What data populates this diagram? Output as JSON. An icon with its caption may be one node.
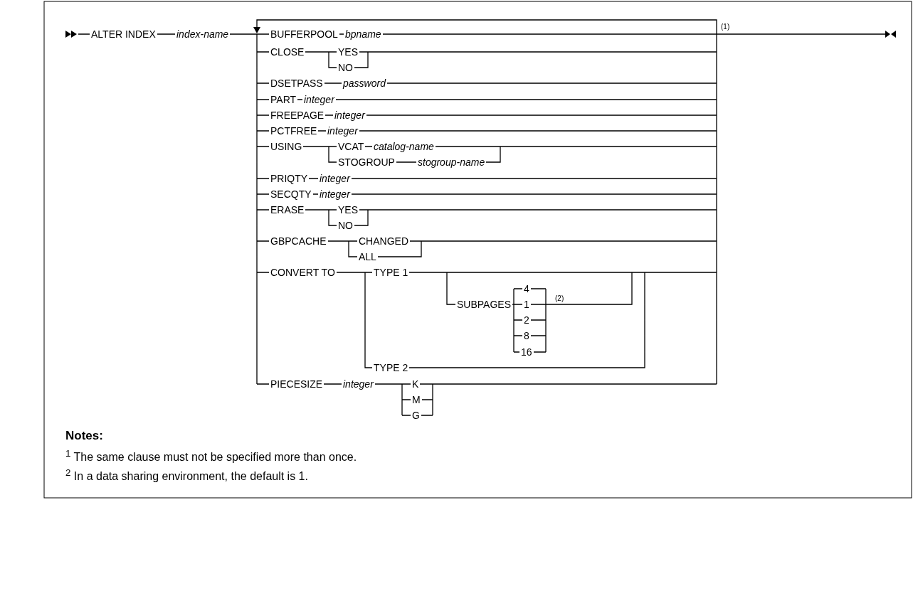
{
  "diagram": {
    "labels": [
      "ALTER INDEX",
      "index-name",
      "BUFFERPOOL",
      "bpname",
      "(1)",
      "CLOSE",
      "YES",
      "NO",
      "DSETPASS",
      "password",
      "PART",
      "integer",
      "FREEPAGE",
      "integer",
      "PCTFREE",
      "integer",
      "USING",
      "VCAT",
      "catalog-name",
      "STOGROUP",
      "stogroup-name",
      "PRIQTY",
      "integer",
      "SECQTY",
      "integer",
      "ERASE",
      "YES",
      "NO",
      "GBPCACHE",
      "CHANGED",
      "ALL",
      "CONVERT TO",
      "TYPE 1",
      "4",
      "SUBPAGES",
      "1",
      "(2)",
      "2",
      "8",
      "16",
      "TYPE 2",
      "PIECESIZE",
      "integer",
      "K",
      "M",
      "G",
      "Notes:",
      "$^{1}$ The same clause must not be specified more than once.",
      "$^{2}$ In a data sharing environment, the default is 1."
    ]
  }
}
